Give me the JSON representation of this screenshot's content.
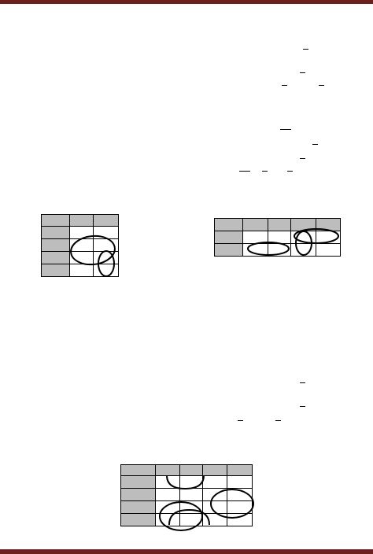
{
  "page": {
    "accent_color": "#6b1f1f",
    "header_fill": "#bdbdbd",
    "content_note": "Page shows Karnaugh maps with grouping loops; no legible text is rendered."
  },
  "kmaps": [
    {
      "name": "kmap-1",
      "rows": 5,
      "cols": 3
    },
    {
      "name": "kmap-2",
      "rows": 3,
      "cols": 5
    },
    {
      "name": "kmap-3",
      "rows": 5,
      "cols": 5
    }
  ]
}
